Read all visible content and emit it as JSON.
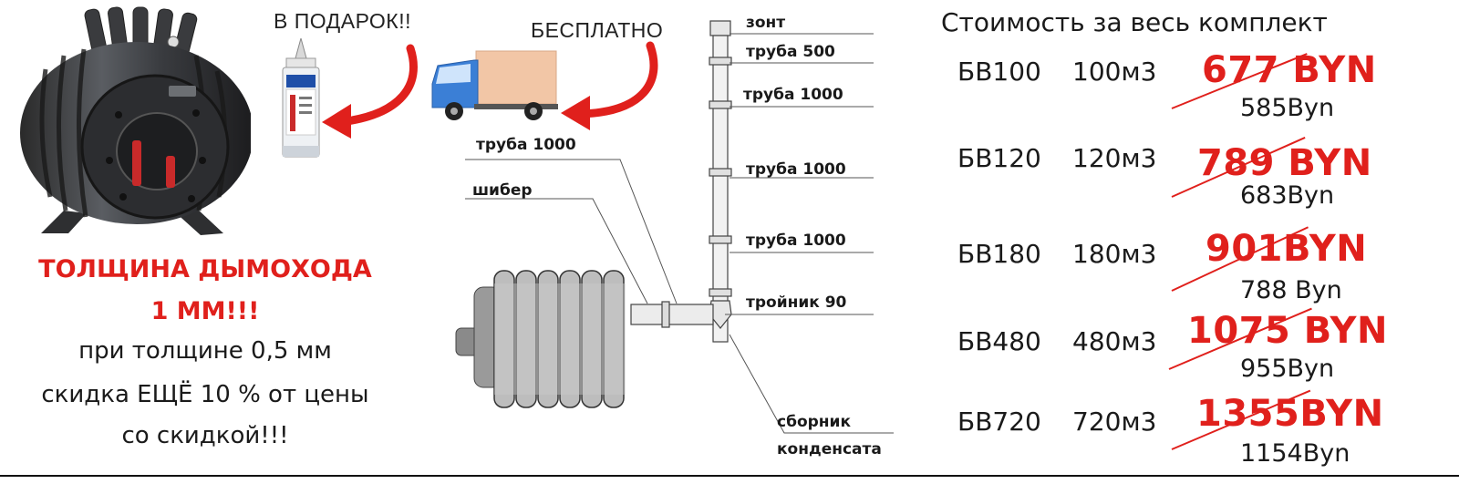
{
  "promo": {
    "gift_label": "В ПОДАРОК!!",
    "free_label": "БЕСПЛАТНО",
    "headline_line1": "ТОЛЩИНА ДЫМОХОДА",
    "headline_line2": "1 ММ!!!",
    "line3": "при толщине 0,5 мм",
    "line4": "скидка ЕЩЁ 10 % от цены",
    "line5": "со скидкой!!!"
  },
  "diagram": {
    "labels": {
      "umbrella": "зонт",
      "pipe500": "труба 500",
      "pipe1000_a": "труба 1000",
      "pipe1000_b": "труба 1000",
      "pipe1000_c": "труба 1000",
      "tee90": "тройник 90",
      "pipe1000_left": "труба 1000",
      "damper": "шибер",
      "collector1": "сборник",
      "collector2": "конденсата"
    }
  },
  "prices": {
    "title": "Стоимость за весь комплект",
    "items": [
      {
        "model": "БВ100",
        "volume": "100м3",
        "old": "677 BYN",
        "new": "585Byn"
      },
      {
        "model": "БВ120",
        "volume": "120м3",
        "old": "789 BYN",
        "new": "683Byn"
      },
      {
        "model": "БВ180",
        "volume": "180м3",
        "old": "901BYN",
        "new": "788 Byn"
      },
      {
        "model": "БВ480",
        "volume": "480м3",
        "old": "1075 BYN",
        "new": "955Byn"
      },
      {
        "model": "БВ720",
        "volume": "720м3",
        "old": "1355BYN",
        "new": "1154Byn"
      }
    ]
  },
  "colors": {
    "accent_red": "#e0201c",
    "text": "#1a1a1a",
    "truck_blue": "#3b7fd6",
    "truck_box": "#f2c6a6"
  },
  "icons": {
    "stove": "stove-illustration",
    "sealant": "sealant-tube",
    "truck": "delivery-truck",
    "arrow": "curved-red-arrow"
  }
}
